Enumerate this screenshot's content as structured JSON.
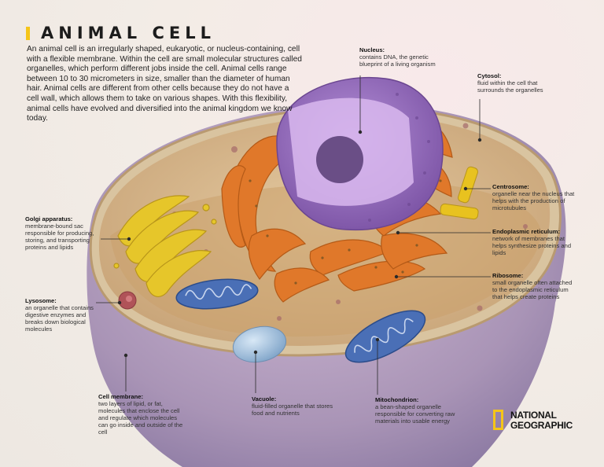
{
  "title": "ANIMAL CELL",
  "intro": "An animal cell is an irregularly shaped, eukaryotic, or nucleus-containing, cell with a flexible membrane. Within the cell are small molecular structures called organelles, which perform different jobs inside the cell. Animal cells range between 10 to 30 micrometers in size, smaller than the diameter of human hair. Animal cells are different from other cells because they do not have a cell wall, which allows them to take on various shapes. With this flexibility, animal cells have evolved and diversified into the animal kingdom we know today.",
  "callouts": {
    "nucleus": {
      "label": "Nucleus:",
      "text": "contains DNA, the genetic blueprint of a living organism"
    },
    "cytosol": {
      "label": "Cytosol:",
      "text": "fluid within the cell that surrounds the organelles"
    },
    "centrosome": {
      "label": "Centrosome:",
      "text": "organelle near the nucleus that helps with the production of microtubules"
    },
    "er": {
      "label": "Endoplasmic reticulum:",
      "text": "network of membranes that helps synthesize proteins and lipids"
    },
    "ribosome": {
      "label": "Ribosome:",
      "text": "small organelle often attached to the endoplasmic reticulum that helps create proteins"
    },
    "golgi": {
      "label": "Golgi apparatus:",
      "text": "membrane-bound sac responsible for producing, storing, and transporting proteins and lipids"
    },
    "lysosome": {
      "label": "Lysosome:",
      "text": "an organelle that contains digestive enzymes and breaks down biological molecules"
    },
    "membrane": {
      "label": "Cell membrane:",
      "text": "two layers of lipid, or fat, molecules that enclose the cell and regulate which molecules can go inside and outside of the cell"
    },
    "vacuole": {
      "label": "Vacuole:",
      "text": "fluid-filled organelle that stores food and nutrients"
    },
    "mitochondrion": {
      "label": "Mitochondrion:",
      "text": "a bean-shaped organelle responsible for converting raw materials into usable energy"
    }
  },
  "logo": {
    "line1": "NATIONAL",
    "line2": "GEOGRAPHIC"
  },
  "colors": {
    "accent": "#f5c518",
    "nucleus": "#9b6fc0",
    "er": "#e0782a",
    "golgi": "#e6c62a",
    "mitochondria": "#3d63a8",
    "membrane": "#a893b3",
    "cytoplasm": "#d6b48a"
  },
  "icons": [
    "national-geographic-logo-icon"
  ]
}
